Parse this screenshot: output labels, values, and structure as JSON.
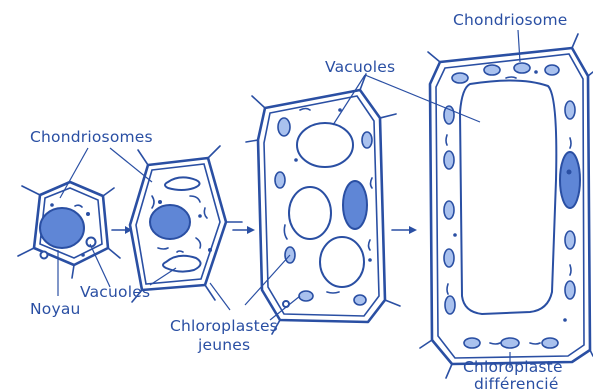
{
  "labels": {
    "chondriosomes": "Chondriosomes",
    "noyau": "Noyau",
    "vacuoles_left": "Vacuoles",
    "vacuoles_top": "Vacuoles",
    "chloroplastes_jeunes_1": "Chloroplastes",
    "chloroplastes_jeunes_2": "jeunes",
    "chondriosome": "Chondriosome",
    "chloroplaste_diff_1": "Chloroplaste",
    "chloroplaste_diff_2": "différencié"
  },
  "colors": {
    "ink": "#2a4fa3",
    "plastid_fill": "#a9c1ee",
    "nucleus_fill": "#5f86d6",
    "background": "#ffffff"
  },
  "stages": [
    {
      "name": "cell-stage-1"
    },
    {
      "name": "cell-stage-2"
    },
    {
      "name": "cell-stage-3"
    },
    {
      "name": "cell-stage-4"
    }
  ]
}
